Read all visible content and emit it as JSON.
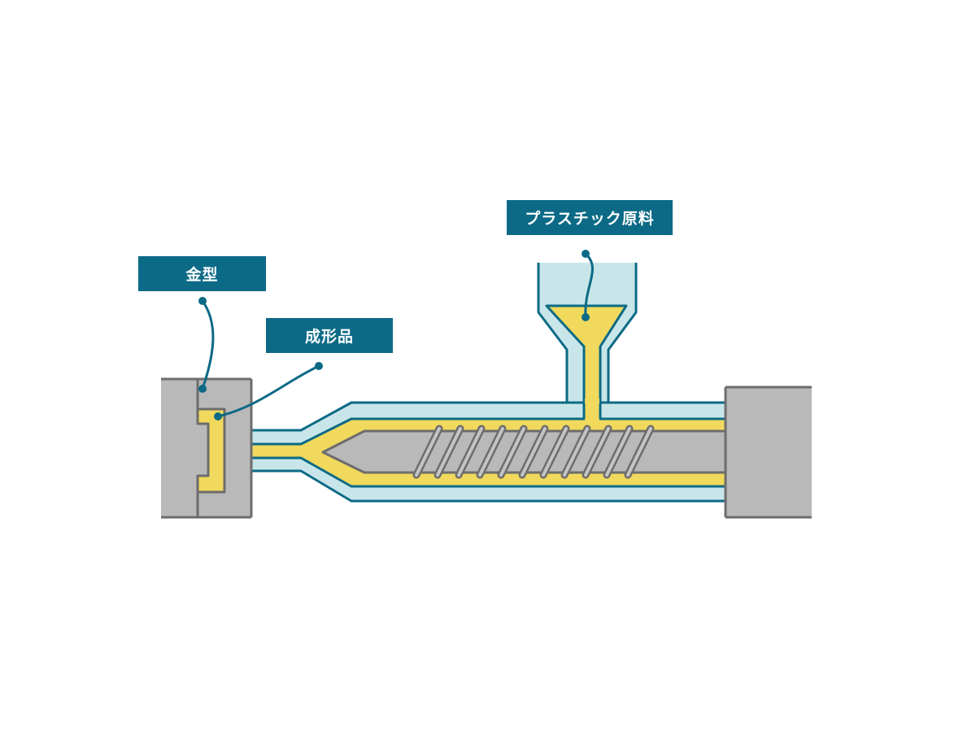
{
  "labels": {
    "mold": "金型",
    "molded_product": "成形品",
    "plastic_material": "プラスチック原料"
  },
  "colors": {
    "label_bg": "#0c6a86",
    "label_text": "#ffffff",
    "outline": "#0c6a86",
    "barrel_fill": "#c8e6e9",
    "melt": "#f0d95c",
    "steel": "#b9b9b9",
    "steel_stroke": "#6d6d6d"
  }
}
